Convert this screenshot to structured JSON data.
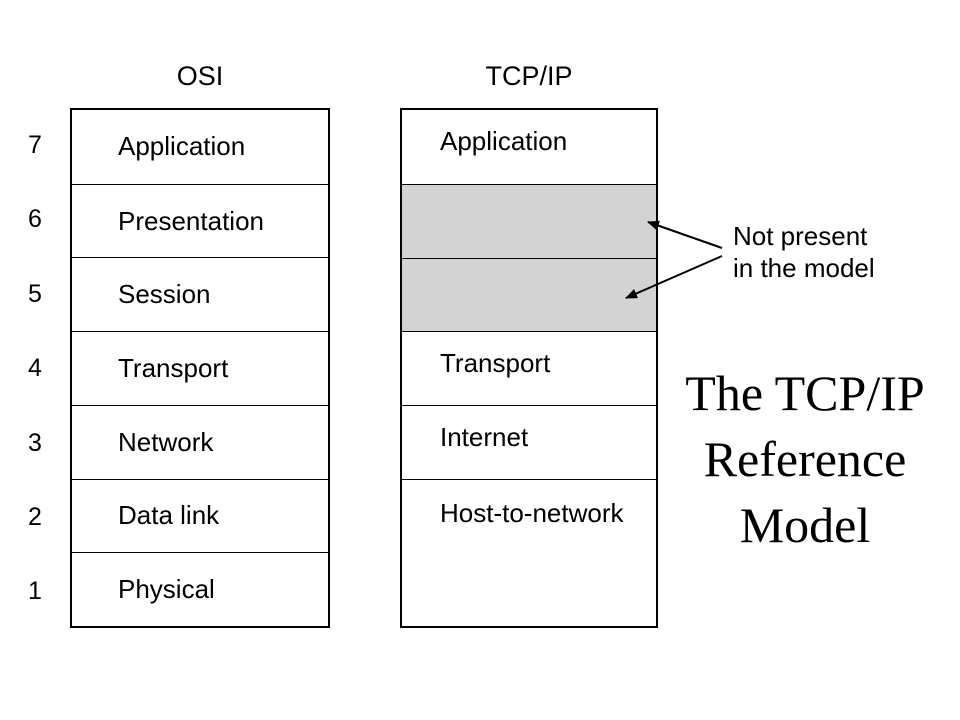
{
  "osi": {
    "title": "OSI",
    "layers": [
      {
        "num": "7",
        "name": "Application"
      },
      {
        "num": "6",
        "name": "Presentation"
      },
      {
        "num": "5",
        "name": "Session"
      },
      {
        "num": "4",
        "name": "Transport"
      },
      {
        "num": "3",
        "name": "Network"
      },
      {
        "num": "2",
        "name": "Data link"
      },
      {
        "num": "1",
        "name": "Physical"
      }
    ]
  },
  "tcpip": {
    "title": "TCP/IP",
    "layers": [
      {
        "name": "Application",
        "shaded": false
      },
      {
        "name": "",
        "shaded": true
      },
      {
        "name": "",
        "shaded": true
      },
      {
        "name": "Transport",
        "shaded": false
      },
      {
        "name": "Internet",
        "shaded": false
      },
      {
        "name": "Host-to-network",
        "shaded": false
      }
    ]
  },
  "annotation": {
    "line1": "Not present",
    "line2": "in the model"
  },
  "heading": {
    "line1": "The TCP/IP",
    "line2": "Reference",
    "line3": "Model"
  },
  "colors": {
    "shaded": "#d3d3d3",
    "line": "#000000",
    "background": "#ffffff"
  }
}
